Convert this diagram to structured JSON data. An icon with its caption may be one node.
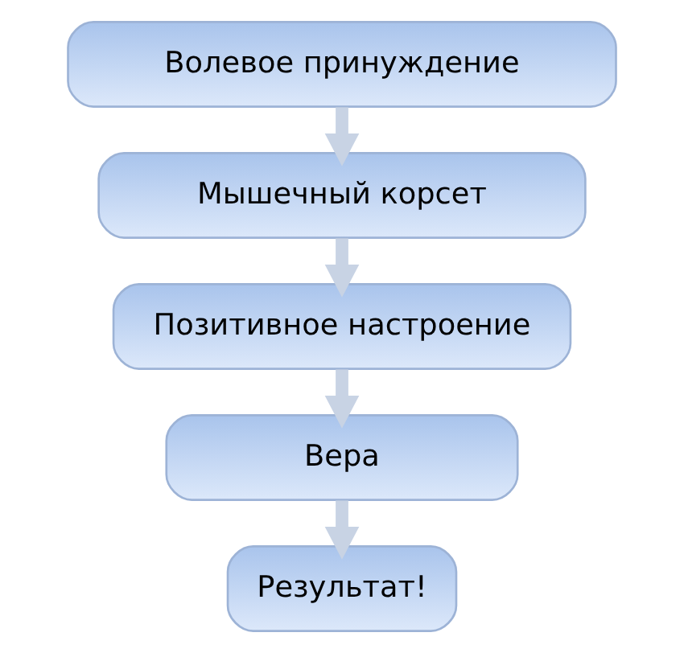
{
  "diagram": {
    "nodes": [
      {
        "text": [
          "Волевое принуждение"
        ]
      },
      {
        "text": [
          "Мышечный корсет"
        ]
      },
      {
        "text": [
          "Позитивное настроение"
        ]
      },
      {
        "text": [
          "Вера"
        ]
      },
      {
        "text": [
          "Результат!"
        ]
      }
    ],
    "edges": [
      {
        "from": 0,
        "to": 1,
        "arrow": "to"
      },
      {
        "from": 1,
        "to": 2,
        "arrow": "to"
      },
      {
        "from": 2,
        "to": 3,
        "arrow": "to"
      },
      {
        "from": 3,
        "to": 4,
        "arrow": "to"
      }
    ]
  }
}
